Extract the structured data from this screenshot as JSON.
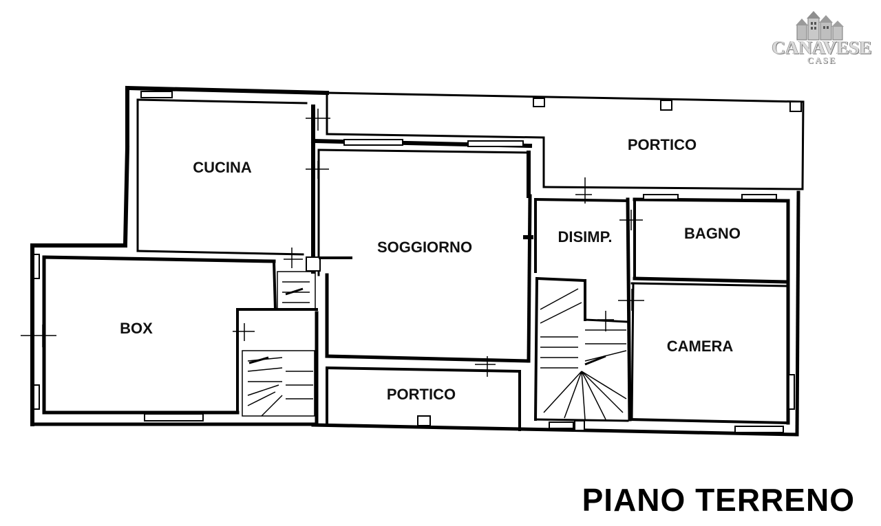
{
  "logo": {
    "word": "CANAVESE",
    "sub": "CASE"
  },
  "rooms": {
    "cucina": "CUCINA",
    "portico_top": "PORTICO",
    "soggiorno": "SOGGIORNO",
    "disimpegno": "DISIMP.",
    "bagno": "BAGNO",
    "box": "BOX",
    "camera": "CAMERA",
    "portico_bottom": "PORTICO"
  },
  "floor_title": "PIANO TERRENO",
  "colors": {
    "wall": "#000000",
    "background": "#ffffff",
    "logo": "#c8c8c8"
  }
}
